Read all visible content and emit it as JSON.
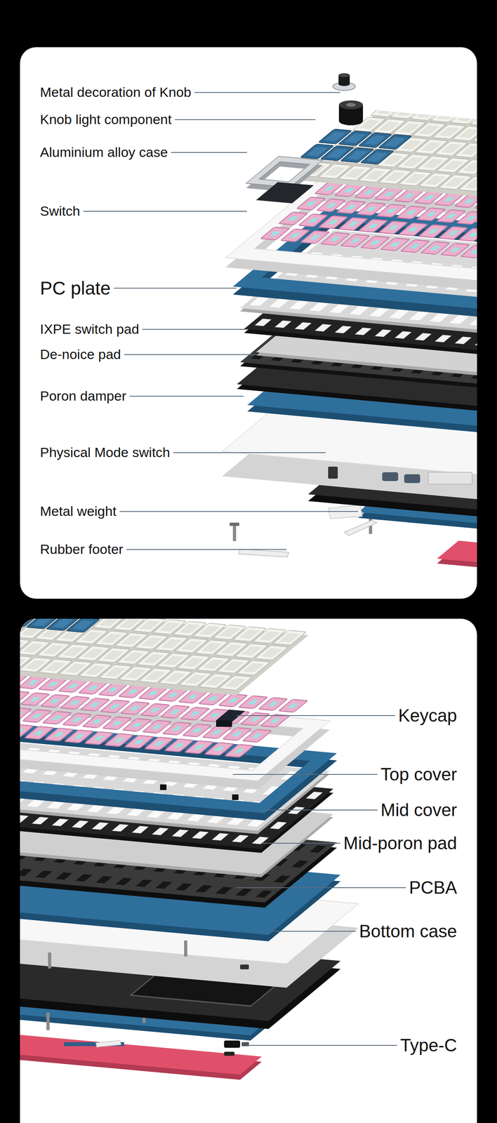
{
  "diagram": {
    "labels": [
      "Metal decoration of Knob",
      "Knob light component",
      "Aluminium alloy case",
      "Switch",
      "PC plate",
      "IXPE switch pad",
      "De-noice pad",
      "Poron damper",
      "Physical Mode switch",
      "Metal weight",
      "Rubber footer",
      "Keycap",
      "Top cover",
      "Mid cover",
      "Mid-poron pad",
      "PCBA",
      "Bottom case",
      "Type-C"
    ]
  }
}
